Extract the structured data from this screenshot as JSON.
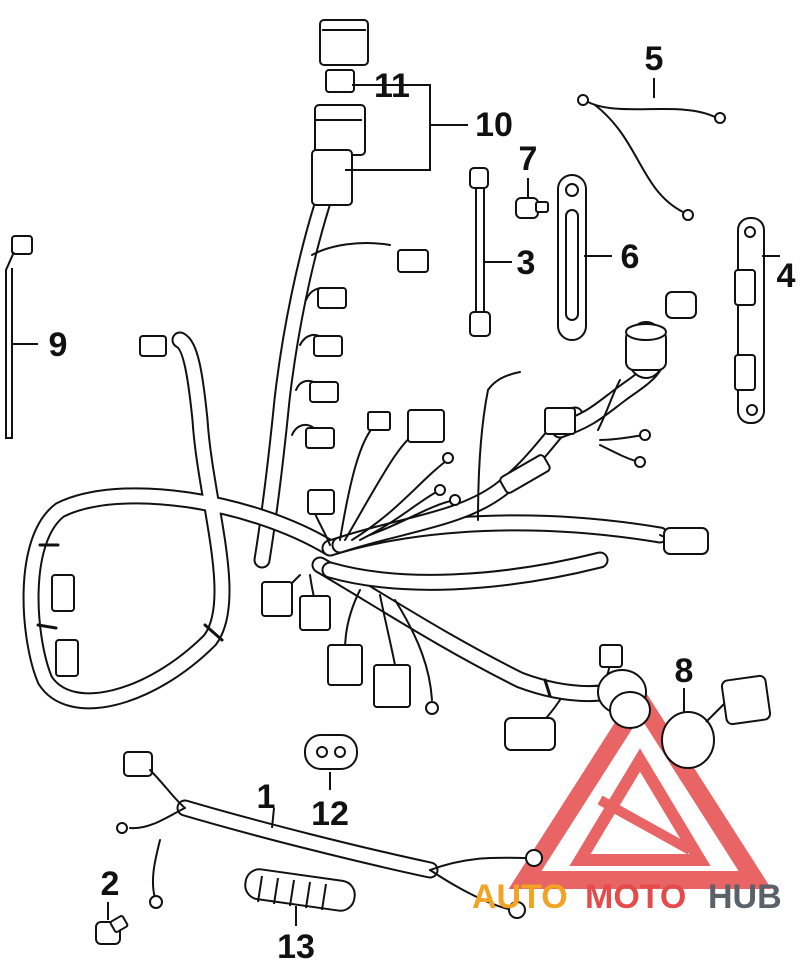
{
  "diagram": {
    "part_numbers": [
      "1",
      "2",
      "3",
      "4",
      "5",
      "6",
      "7",
      "8",
      "9",
      "10",
      "11",
      "12",
      "13"
    ],
    "watermark": {
      "part1": "AUTO",
      "part2": "MOTO",
      "part3": "HUB",
      "colors": {
        "auto": "#f2a324",
        "moto": "#e64b4b",
        "hub": "#5b6169",
        "triangle": "#e64b4b"
      }
    }
  }
}
